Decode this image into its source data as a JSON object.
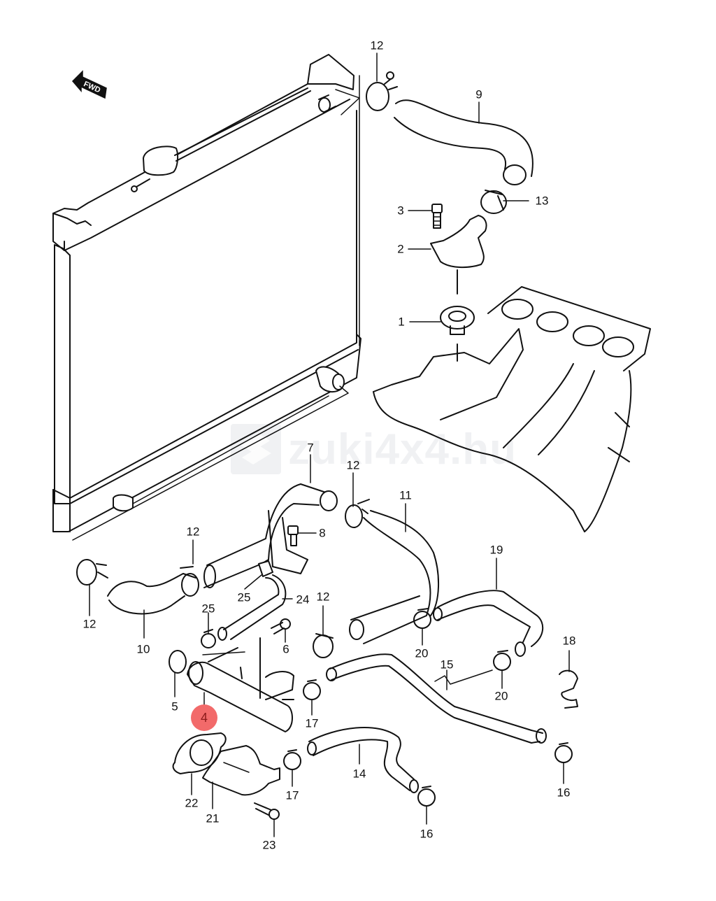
{
  "diagram": {
    "title": "Radiator / Water hose exploded parts diagram",
    "watermark_text": "zuki4x4.hu",
    "direction_marker": "FWD",
    "highlight": {
      "part": "4",
      "color": "#f26a6a",
      "text_color": "#8b1a1a"
    },
    "callouts": [
      {
        "id": "c12a",
        "label": "12"
      },
      {
        "id": "c9",
        "label": "9"
      },
      {
        "id": "c13",
        "label": "13"
      },
      {
        "id": "c3",
        "label": "3"
      },
      {
        "id": "c2",
        "label": "2"
      },
      {
        "id": "c1",
        "label": "1"
      },
      {
        "id": "c7",
        "label": "7"
      },
      {
        "id": "c12b",
        "label": "12"
      },
      {
        "id": "c11",
        "label": "11"
      },
      {
        "id": "c8",
        "label": "8"
      },
      {
        "id": "c12c",
        "label": "12"
      },
      {
        "id": "c12d",
        "label": "12"
      },
      {
        "id": "c10",
        "label": "10"
      },
      {
        "id": "c25a",
        "label": "25"
      },
      {
        "id": "c24",
        "label": "24"
      },
      {
        "id": "c25b",
        "label": "25"
      },
      {
        "id": "c6",
        "label": "6"
      },
      {
        "id": "c12e",
        "label": "12"
      },
      {
        "id": "c19",
        "label": "19"
      },
      {
        "id": "c20a",
        "label": "20"
      },
      {
        "id": "c18",
        "label": "18"
      },
      {
        "id": "c15",
        "label": "15"
      },
      {
        "id": "c20b",
        "label": "20"
      },
      {
        "id": "c5",
        "label": "5"
      },
      {
        "id": "c4",
        "label": "4"
      },
      {
        "id": "c17a",
        "label": "17"
      },
      {
        "id": "c17b",
        "label": "17"
      },
      {
        "id": "c14",
        "label": "14"
      },
      {
        "id": "c16a",
        "label": "16"
      },
      {
        "id": "c16b",
        "label": "16"
      },
      {
        "id": "c22",
        "label": "22"
      },
      {
        "id": "c21",
        "label": "21"
      },
      {
        "id": "c23",
        "label": "23"
      }
    ]
  }
}
